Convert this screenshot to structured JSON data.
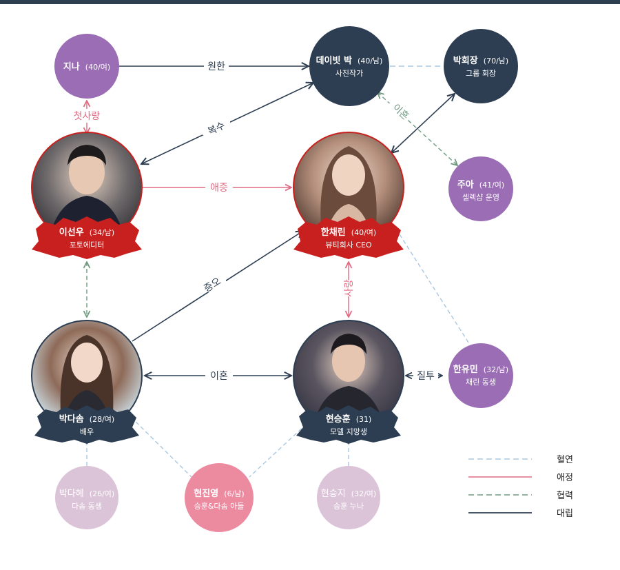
{
  "characters": {
    "jina": {
      "name": "지나",
      "info": "(40/여)"
    },
    "david": {
      "name": "데이빗 박",
      "info": "(40/남)",
      "role": "사진작가"
    },
    "park_chairman": {
      "name": "박회장",
      "info": "(70/남)",
      "role": "그룹 회장"
    },
    "juah": {
      "name": "주아",
      "info": "(41/여)",
      "role": "셀렉샵 운영"
    },
    "seonwoo": {
      "name": "이선우",
      "info": "(34/남)",
      "role": "포토에디터"
    },
    "chaerin": {
      "name": "한채린",
      "info": "(40/여)",
      "role": "뷰티회사 CEO"
    },
    "dasom": {
      "name": "박다솜",
      "info": "(28/여)",
      "role": "배우"
    },
    "seunghoon": {
      "name": "현승훈",
      "info": "(31)",
      "role": "모델 지망생"
    },
    "yumin": {
      "name": "한유민",
      "info": "(32/남)",
      "role": "채린 동생"
    },
    "dahye": {
      "name": "박다혜",
      "info": "(26/여)",
      "role": "다솜 동생"
    },
    "jinyoung": {
      "name": "현진영",
      "info": "(6/남)",
      "role": "승훈&다솜 아들"
    },
    "seungji": {
      "name": "현승지",
      "info": "(32/여)",
      "role": "승훈 누나"
    }
  },
  "relations": {
    "wonhan": "원한",
    "first_love": "첫사랑",
    "revenge": "복수",
    "divorce_top": "이혼",
    "love_hate": "애증",
    "hatred": "증오",
    "love": "사랑",
    "divorce_mid": "이혼",
    "jealousy": "질투"
  },
  "legend": {
    "blood": "혈연",
    "affection": "애정",
    "cooperation": "협력",
    "opposition": "대립"
  },
  "colors": {
    "navy": "#2d3e52",
    "purple": "#9a6db5",
    "pink": "#ec8aa0",
    "light_pink": "#dcc4d8",
    "red": "#c8201f",
    "blood_blue": "#a9c8e2",
    "affection_pink": "#e06a82",
    "coop_green": "#6f9a80",
    "opposition_navy": "#2d3e52"
  }
}
